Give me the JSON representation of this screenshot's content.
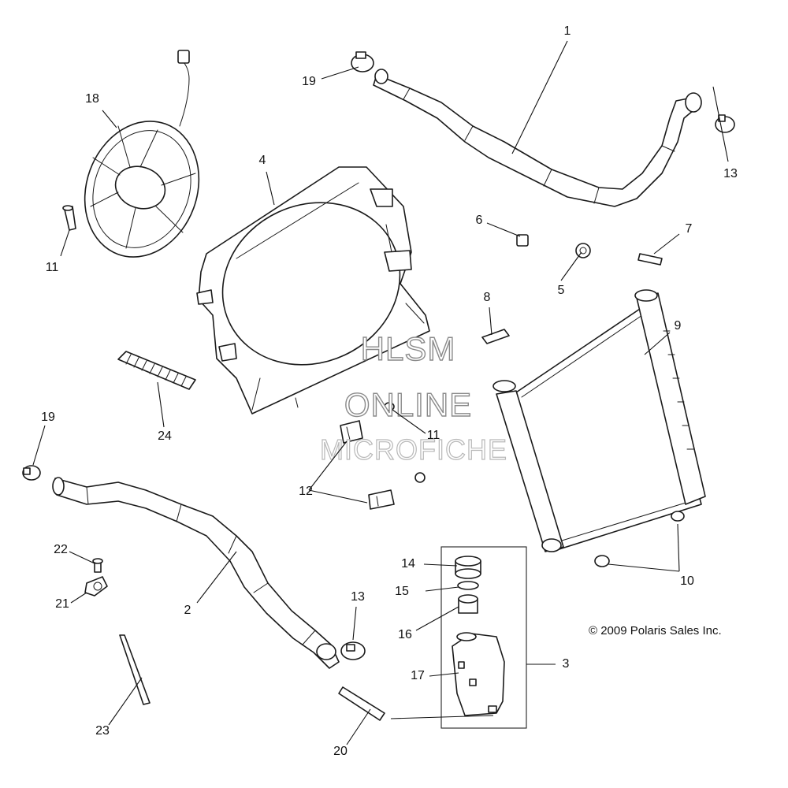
{
  "callouts": [
    {
      "id": "1",
      "label": "1"
    },
    {
      "id": "2",
      "label": "2"
    },
    {
      "id": "3",
      "label": "3"
    },
    {
      "id": "4",
      "label": "4"
    },
    {
      "id": "5",
      "label": "5"
    },
    {
      "id": "6",
      "label": "6"
    },
    {
      "id": "7",
      "label": "7"
    },
    {
      "id": "8",
      "label": "8"
    },
    {
      "id": "9",
      "label": "9"
    },
    {
      "id": "10",
      "label": "10"
    },
    {
      "id": "11a",
      "label": "11"
    },
    {
      "id": "11b",
      "label": "11"
    },
    {
      "id": "12",
      "label": "12"
    },
    {
      "id": "13a",
      "label": "13"
    },
    {
      "id": "13b",
      "label": "13"
    },
    {
      "id": "14",
      "label": "14"
    },
    {
      "id": "15",
      "label": "15"
    },
    {
      "id": "16",
      "label": "16"
    },
    {
      "id": "17",
      "label": "17"
    },
    {
      "id": "18",
      "label": "18"
    },
    {
      "id": "19a",
      "label": "19"
    },
    {
      "id": "19b",
      "label": "19"
    },
    {
      "id": "20",
      "label": "20"
    },
    {
      "id": "21",
      "label": "21"
    },
    {
      "id": "22",
      "label": "22"
    },
    {
      "id": "23",
      "label": "23"
    },
    {
      "id": "24",
      "label": "24"
    }
  ],
  "copyright": "© 2009 Polaris Sales Inc.",
  "watermark": {
    "line1": "HLSM",
    "line2": "ONLINE",
    "line3": "MICROFICHE"
  }
}
